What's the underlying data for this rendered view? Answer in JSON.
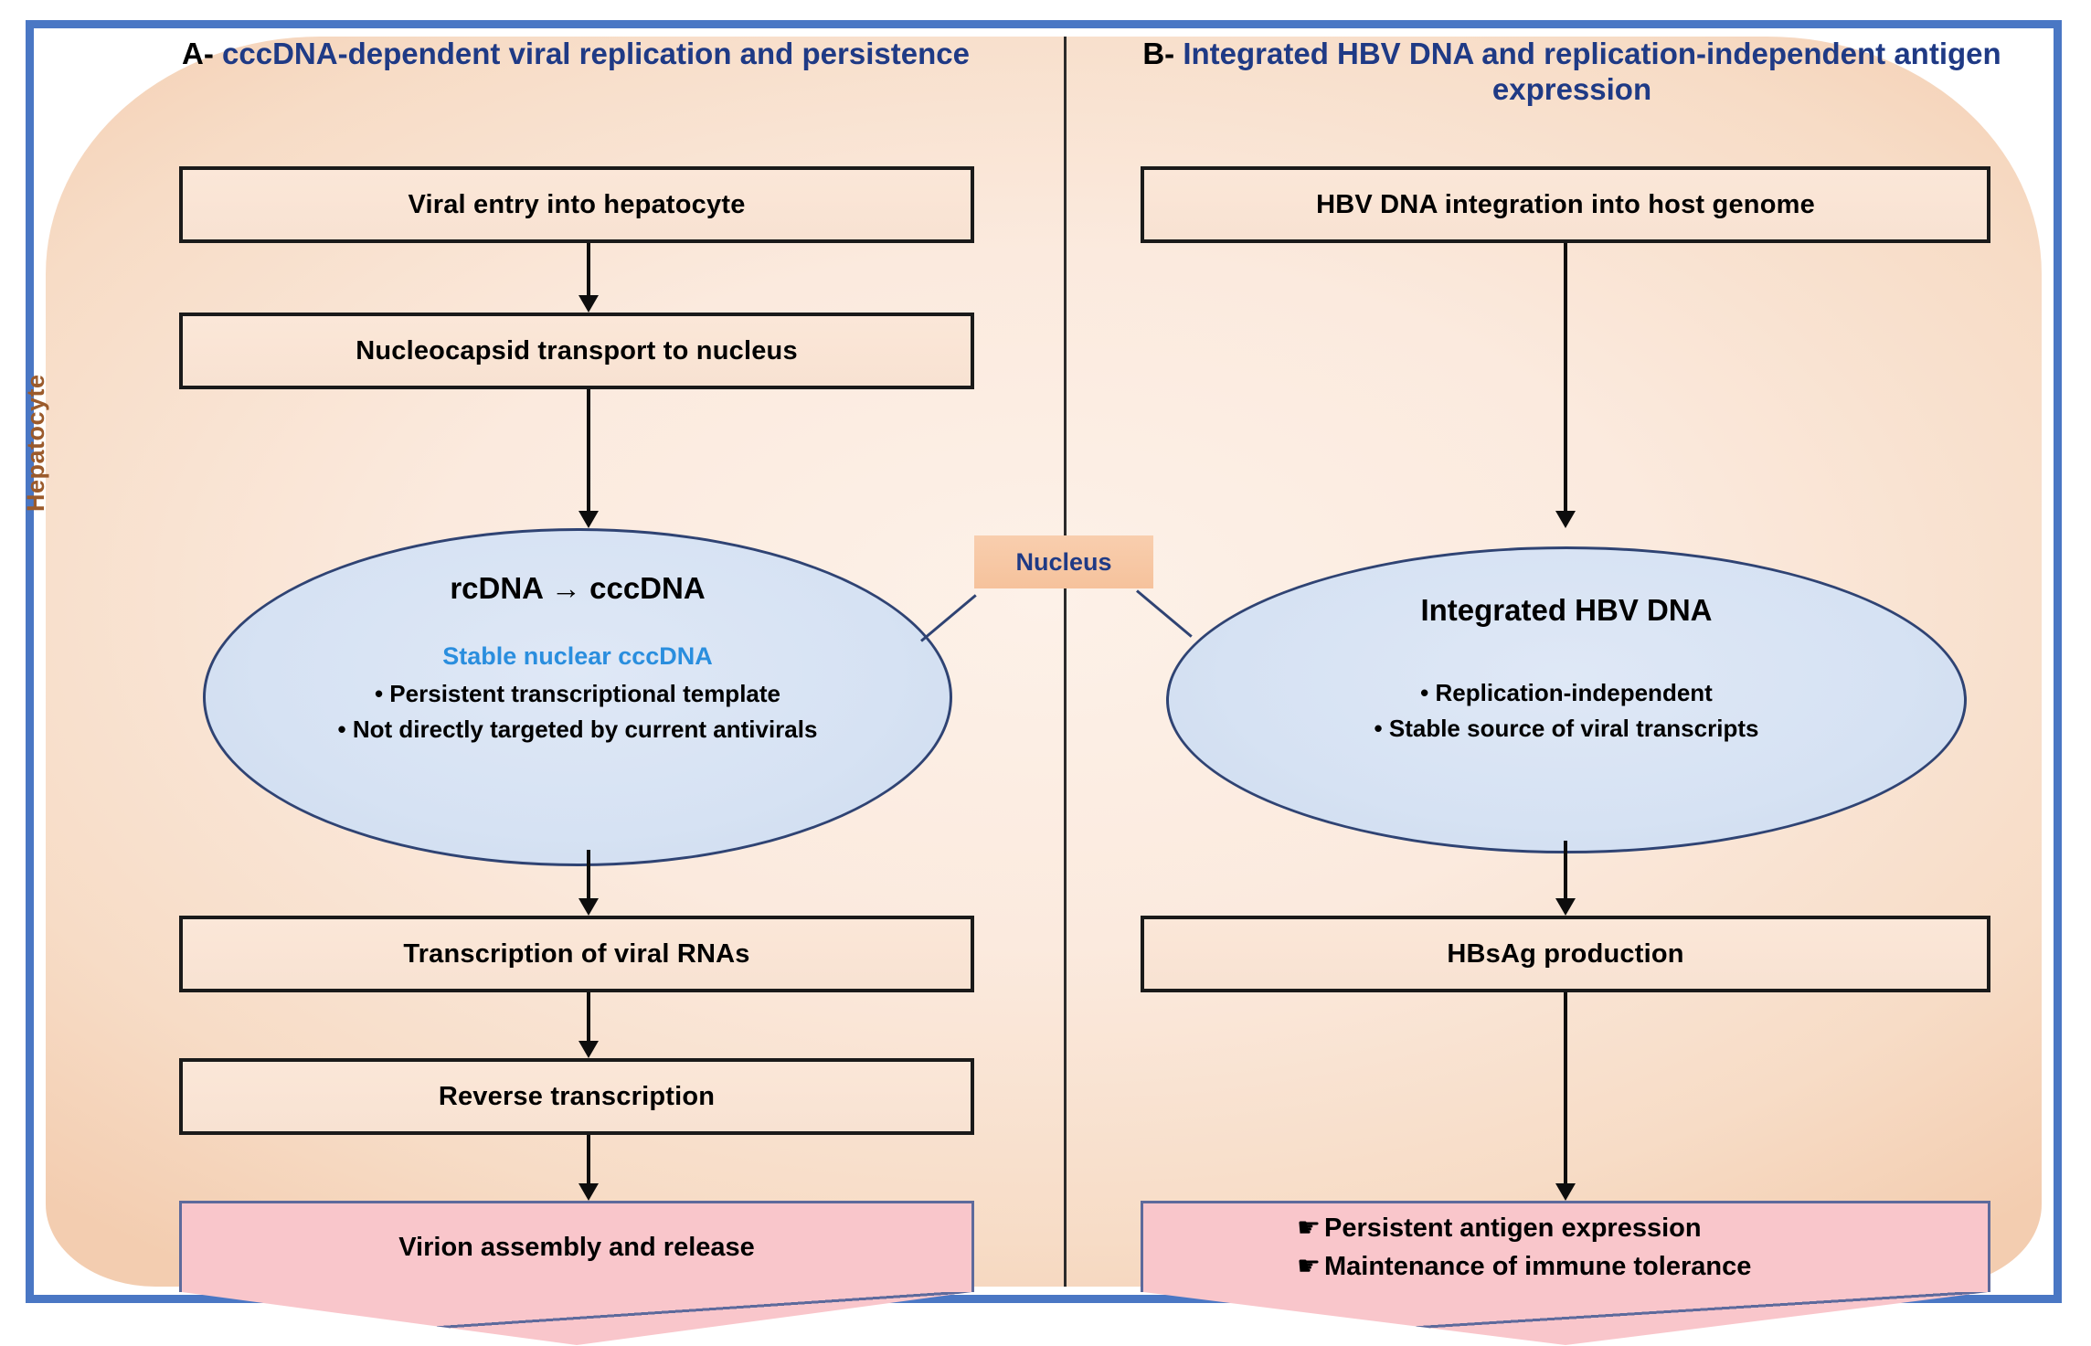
{
  "figure": {
    "subject": "HBV cccDNA-dependent replication versus integrated HBV DNA antigen expression",
    "cell_label": "Hepatocyte",
    "nucleus_label": "Nucleus",
    "colors": {
      "frame_blue": "#4a77c4",
      "cytoplasm_peach": "#fbeade",
      "nucleus_blue": "#d6e2f3",
      "nucleus_border": "#2f4373",
      "outcome_pink": "#f9c6cb",
      "outcome_border": "#5d6a9c",
      "title_blue": "#1f3a85",
      "highlight_blue": "#2a8ede",
      "cell_label_brown": "#9b5a2b",
      "box_border": "#1a1a1a"
    }
  },
  "panel_a": {
    "marker": "A-",
    "title": "cccDNA-dependent viral replication and persistence",
    "steps": [
      {
        "label": "Viral entry into hepatocyte"
      },
      {
        "label": "Nucleocapsid transport to nucleus"
      }
    ],
    "nucleus": {
      "title": "rcDNA → cccDNA",
      "subtitle": "Stable nuclear cccDNA",
      "bullets": [
        "• Persistent transcriptional template",
        "• Not directly targeted by current antivirals"
      ]
    },
    "steps_after": [
      {
        "label": "Transcription of viral RNAs"
      },
      {
        "label": "Reverse transcription"
      }
    ],
    "outcome": {
      "lines": [
        "Virion assembly and release"
      ],
      "bullet_glyph": ""
    }
  },
  "panel_b": {
    "marker": "B-",
    "title": "Integrated HBV DNA and replication-independent antigen expression",
    "steps": [
      {
        "label": "HBV DNA integration into host genome"
      }
    ],
    "nucleus": {
      "title": "Integrated HBV DNA",
      "subtitle": "",
      "bullets": [
        "• Replication-independent",
        "• Stable source of viral transcripts"
      ]
    },
    "steps_after": [
      {
        "label": "HBsAg production"
      }
    ],
    "outcome": {
      "lines": [
        "Persistent antigen expression",
        "Maintenance of immune tolerance"
      ],
      "bullet_glyph": "☛"
    }
  }
}
